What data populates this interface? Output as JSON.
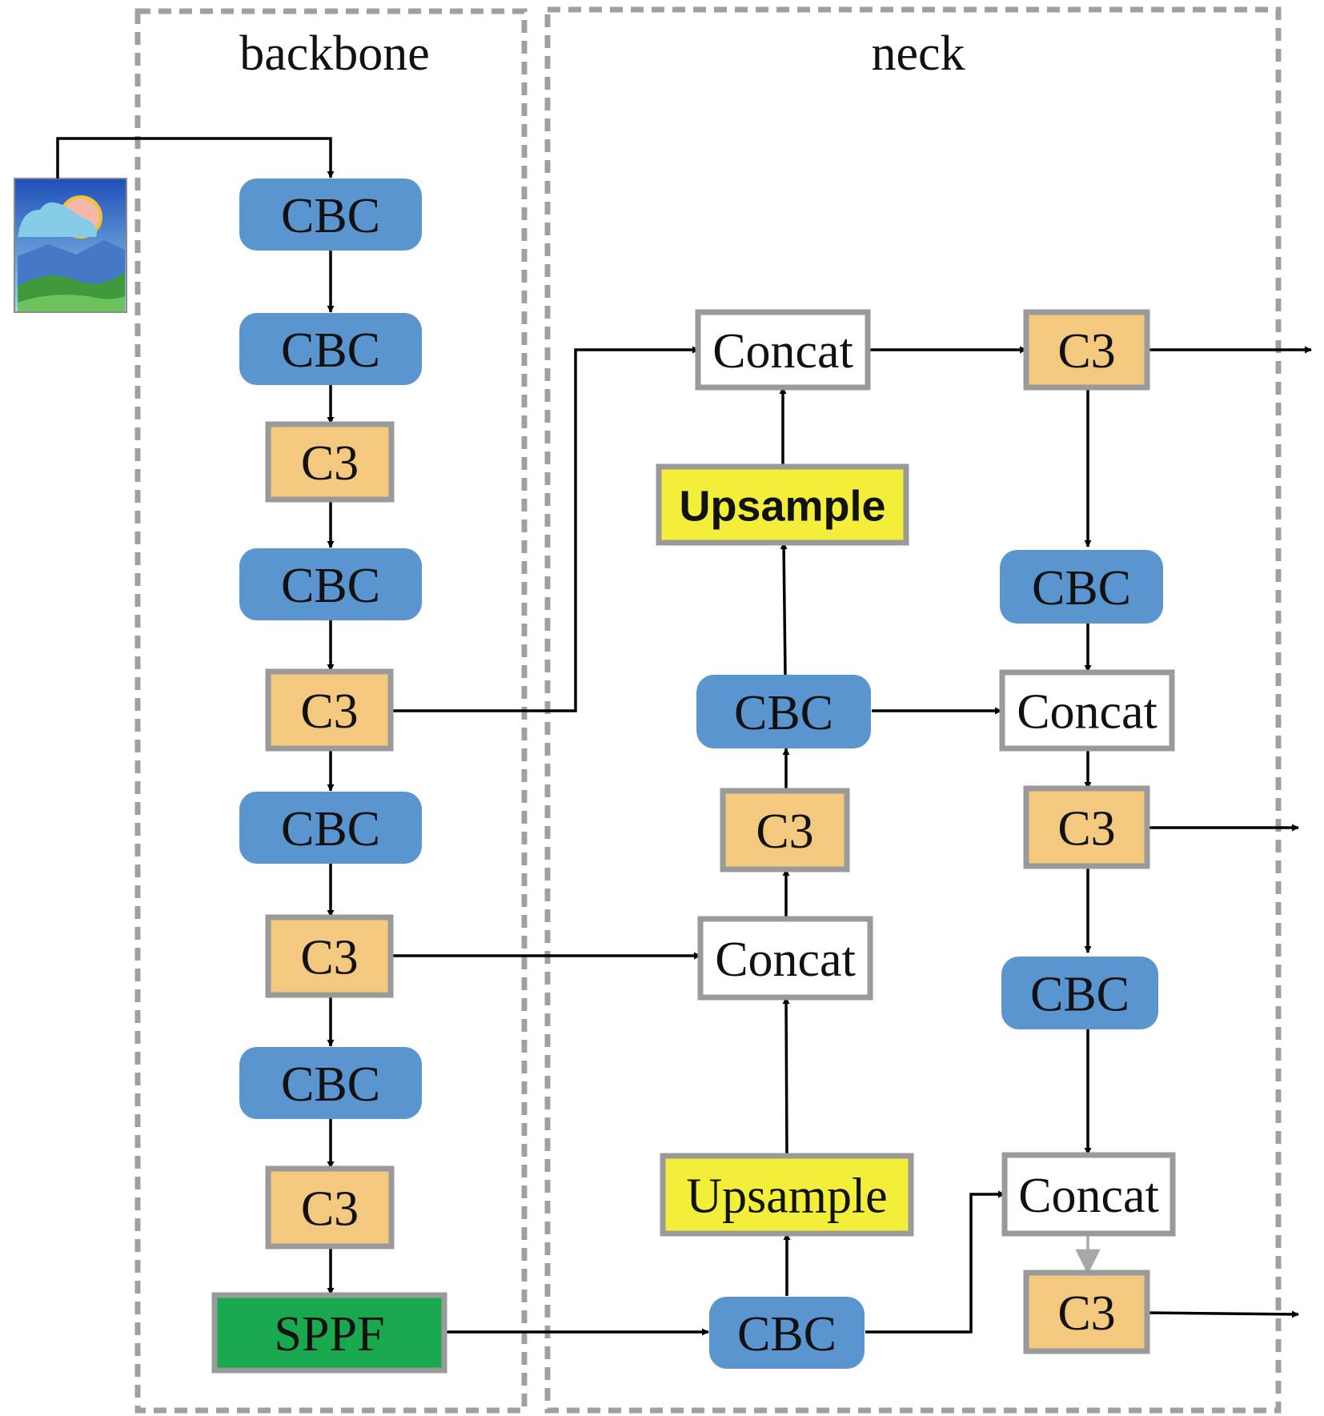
{
  "sections": {
    "backbone": "backbone",
    "neck": "neck"
  },
  "colors": {
    "cbc": "#5b95cf",
    "c3": "#f2c97e",
    "concat": "#ffffff",
    "upsample": "#f2ee3a",
    "sppf": "#1aa84e",
    "border": "#9a9a9a",
    "dash": "#a0a0a0"
  },
  "input_image_icon": "landscape-image-icon",
  "nodes": [
    {
      "id": "b-cbc1",
      "type": "cbc",
      "label": "CBC"
    },
    {
      "id": "b-cbc2",
      "type": "cbc",
      "label": "CBC"
    },
    {
      "id": "b-c3-1",
      "type": "c3",
      "label": "C3"
    },
    {
      "id": "b-cbc3",
      "type": "cbc",
      "label": "CBC"
    },
    {
      "id": "b-c3-2",
      "type": "c3",
      "label": "C3"
    },
    {
      "id": "b-cbc4",
      "type": "cbc",
      "label": "CBC"
    },
    {
      "id": "b-c3-3",
      "type": "c3",
      "label": "C3"
    },
    {
      "id": "b-cbc5",
      "type": "cbc",
      "label": "CBC"
    },
    {
      "id": "b-c3-4",
      "type": "c3",
      "label": "C3"
    },
    {
      "id": "b-sppf",
      "type": "sppf",
      "label": "SPPF"
    },
    {
      "id": "n-concat1",
      "type": "concat",
      "label": "Concat"
    },
    {
      "id": "n-upsample1",
      "type": "upsample",
      "label": "Upsample",
      "bold": true
    },
    {
      "id": "n-cbc1",
      "type": "cbc",
      "label": "CBC"
    },
    {
      "id": "n-c3-1",
      "type": "c3",
      "label": "C3"
    },
    {
      "id": "n-concat2",
      "type": "concat",
      "label": "Concat"
    },
    {
      "id": "n-upsample2",
      "type": "upsample",
      "label": "Upsample"
    },
    {
      "id": "n-cbc2",
      "type": "cbc",
      "label": "CBC"
    },
    {
      "id": "n-c3-out1",
      "type": "c3",
      "label": "C3"
    },
    {
      "id": "n-cbc3",
      "type": "cbc",
      "label": "CBC"
    },
    {
      "id": "n-concat3",
      "type": "concat",
      "label": "Concat"
    },
    {
      "id": "n-c3-out2",
      "type": "c3",
      "label": "C3"
    },
    {
      "id": "n-cbc4",
      "type": "cbc",
      "label": "CBC"
    },
    {
      "id": "n-concat4",
      "type": "concat",
      "label": "Concat"
    },
    {
      "id": "n-c3-out3",
      "type": "c3",
      "label": "C3"
    }
  ],
  "edges": [
    {
      "from": "input-image",
      "to": "b-cbc1"
    },
    {
      "from": "b-cbc1",
      "to": "b-cbc2"
    },
    {
      "from": "b-cbc2",
      "to": "b-c3-1"
    },
    {
      "from": "b-c3-1",
      "to": "b-cbc3"
    },
    {
      "from": "b-cbc3",
      "to": "b-c3-2"
    },
    {
      "from": "b-c3-2",
      "to": "b-cbc4"
    },
    {
      "from": "b-cbc4",
      "to": "b-c3-3"
    },
    {
      "from": "b-c3-3",
      "to": "b-cbc5"
    },
    {
      "from": "b-cbc5",
      "to": "b-c3-4"
    },
    {
      "from": "b-c3-4",
      "to": "b-sppf"
    },
    {
      "from": "b-sppf",
      "to": "n-cbc2"
    },
    {
      "from": "n-cbc2",
      "to": "n-upsample2"
    },
    {
      "from": "n-upsample2",
      "to": "n-concat2"
    },
    {
      "from": "b-c3-3",
      "to": "n-concat2"
    },
    {
      "from": "n-concat2",
      "to": "n-c3-1"
    },
    {
      "from": "n-c3-1",
      "to": "n-cbc1"
    },
    {
      "from": "n-cbc1",
      "to": "n-upsample1"
    },
    {
      "from": "n-upsample1",
      "to": "n-concat1"
    },
    {
      "from": "b-c3-2",
      "to": "n-concat1"
    },
    {
      "from": "n-concat1",
      "to": "n-c3-out1"
    },
    {
      "from": "n-c3-out1",
      "to": "n-cbc3"
    },
    {
      "from": "n-cbc3",
      "to": "n-concat3"
    },
    {
      "from": "n-cbc1",
      "to": "n-concat3"
    },
    {
      "from": "n-concat3",
      "to": "n-c3-out2"
    },
    {
      "from": "n-c3-out2",
      "to": "n-cbc4"
    },
    {
      "from": "n-cbc4",
      "to": "n-concat4"
    },
    {
      "from": "n-cbc2",
      "to": "n-concat4"
    },
    {
      "from": "n-concat4",
      "to": "n-c3-out3"
    },
    {
      "from": "n-c3-out1",
      "to": "output-1"
    },
    {
      "from": "n-c3-out2",
      "to": "output-2"
    },
    {
      "from": "n-c3-out3",
      "to": "output-3"
    }
  ]
}
